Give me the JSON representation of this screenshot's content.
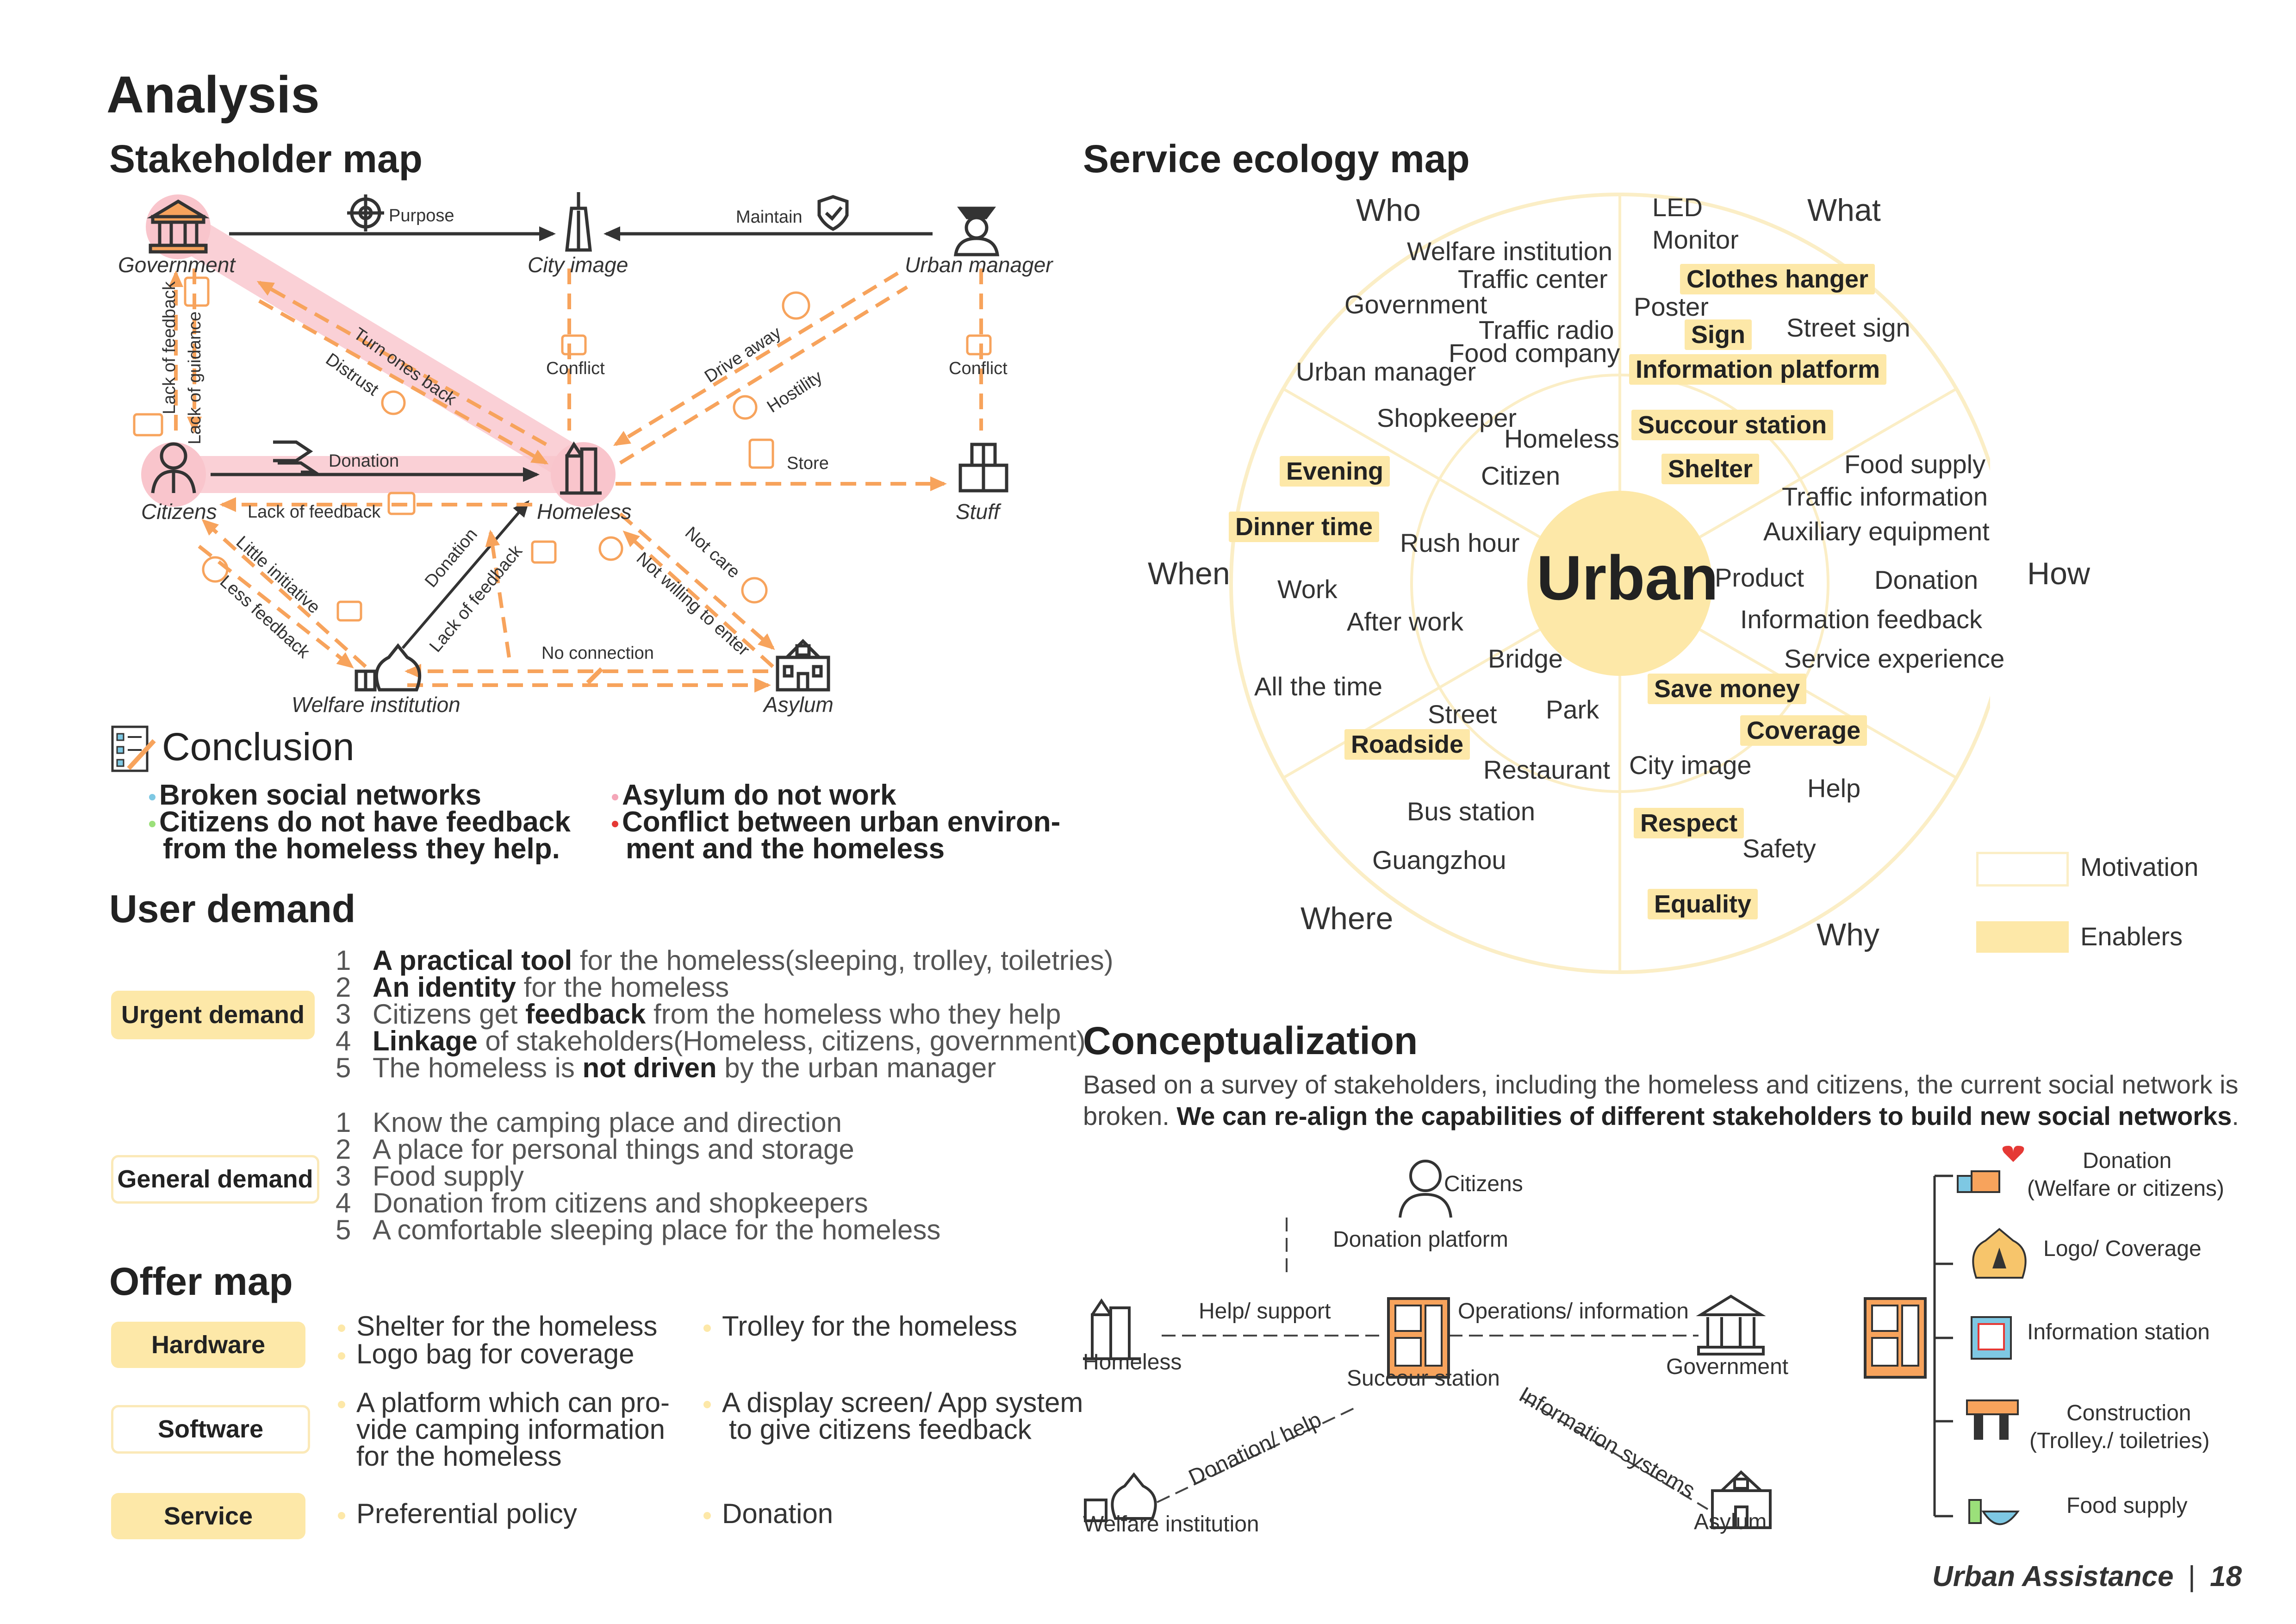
{
  "title": "Analysis",
  "stakeholder_map": {
    "heading": "Stakeholder map",
    "nodes": {
      "government": "Government",
      "city_image": "City image",
      "urban_manager": "Urban manager",
      "citizens": "Citizens",
      "homeless": "Homeless",
      "stuff": "Stuff",
      "welfare": "Welfare institution",
      "asylum": "Asylum"
    },
    "edges": {
      "purpose": "Purpose",
      "maintain": "Maintain",
      "turn_back": "Turn ones back",
      "distrust": "Distrust",
      "conflict_1": "Conflict",
      "conflict_2": "Conflict",
      "drive_away": "Drive away",
      "hostility": "Hostility",
      "lack_feedback_v": "Lack of feedback",
      "lack_guidance": "Lack of guidance",
      "donation": "Donation",
      "store": "Store",
      "lack_feedback_h": "Lack of feedback",
      "little_initiative": "Little initiative",
      "less_feedback": "Less feedback",
      "donation_2": "Donation",
      "lack_feedback_d": "Lack of feedback",
      "not_care": "Not care",
      "not_willing": "Not willing to enter",
      "no_connection": "No connection"
    }
  },
  "conclusion": {
    "heading": "Conclusion",
    "items": [
      {
        "text": "Broken social networks",
        "color": "#7ec8e3"
      },
      {
        "text": "Citizens do not have feedback",
        "color": "#9be07a"
      },
      {
        "text": "from the homeless they help.",
        "color": ""
      },
      {
        "text": "Asylum do not work",
        "color": "#f4a6b8"
      },
      {
        "text": "Conflict between urban environ-",
        "color": "#e53935"
      },
      {
        "text": "ment and the homeless",
        "color": ""
      }
    ]
  },
  "user_demand": {
    "heading": "User demand",
    "urgent_label": "Urgent demand",
    "general_label": "General demand",
    "urgent_items": [
      {
        "n": "1",
        "b": "A practical tool",
        "t": " for the homeless(sleeping, trolley, toiletries)"
      },
      {
        "n": "2",
        "b": "An identity",
        "t": " for the homeless"
      },
      {
        "n": "3",
        "a": "Citizens get ",
        "b": "feedback",
        "t": " from the homeless who they help"
      },
      {
        "n": "4",
        "b": "Linkage",
        "t": " of stakeholders(Homeless, citizens, government)"
      },
      {
        "n": "5",
        "a": "The homeless is ",
        "b": "not driven",
        "t": " by the urban manager"
      }
    ],
    "general_items": [
      {
        "n": "1",
        "t": "Know the camping place and direction"
      },
      {
        "n": "2",
        "t": "A place for personal things and storage"
      },
      {
        "n": "3",
        "t": "Food supply"
      },
      {
        "n": "4",
        "t": "Donation from citizens and shopkeepers"
      },
      {
        "n": "5",
        "t": "A comfortable sleeping place for the homeless"
      }
    ]
  },
  "offer_map": {
    "heading": "Offer map",
    "hardware": "Hardware",
    "software": "Software",
    "service": "Service",
    "hw_1": "Shelter for the homeless",
    "hw_2": "Logo bag for coverage",
    "hw_3": "Trolley for the homeless",
    "sw_1a": "A platform which can pro-",
    "sw_1b": "vide camping information",
    "sw_1c": "for the homeless",
    "sw_2a": "A display screen/ App system",
    "sw_2b": "to give citizens feedback",
    "sv_1": "Preferential policy",
    "sv_2": "Donation"
  },
  "service_ecology": {
    "heading": "Service ecology map",
    "center": "Urban",
    "who": "Who",
    "what": "What",
    "when": "When",
    "how": "How",
    "where": "Where",
    "why": "Why",
    "who_items": [
      "Welfare institution",
      "Traffic center",
      "Government",
      "Traffic radio",
      "Food company",
      "Urban manager",
      "Shopkeeper",
      "Homeless",
      "Citizen"
    ],
    "what_items": [
      "LED",
      "Monitor",
      "Poster",
      "Street sign"
    ],
    "what_hl": [
      "Clothes hanger",
      "Sign",
      "Information platform",
      "Succour station",
      "Shelter"
    ],
    "when_items": [
      "Rush hour",
      "Work",
      "After work",
      "All the time"
    ],
    "when_hl": [
      "Evening",
      "Dinner time"
    ],
    "how_items": [
      "Food supply",
      "Traffic information",
      "Auxiliary equipment",
      "Product",
      "Donation",
      "Information feedback",
      "Service experience"
    ],
    "where_items": [
      "Bridge",
      "Street",
      "Park",
      "Restaurant",
      "Bus station",
      "Guangzhou"
    ],
    "where_hl": [
      "Roadside"
    ],
    "why_items": [
      "City image",
      "Help",
      "Safety"
    ],
    "why_hl": [
      "Save money",
      "Coverage",
      "Respect",
      "Equality"
    ],
    "legend_motivation": "Motivation",
    "legend_enablers": "Enablers",
    "colors": {
      "ring": "#fbeec6",
      "center": "#fde8a8",
      "enabler": "#fde8a8",
      "arrow": "#f7a35c",
      "pink": "#f9c5cc"
    }
  },
  "conceptualization": {
    "heading": "Conceptualization",
    "para_1": "Based on a survey of stakeholders, including the homeless and citizens, the current social network is",
    "para_2a": "broken. ",
    "para_2b": "We can re-align the capabilities of different stakeholders to build new social networks",
    "para_2c": ".",
    "citizens": "Citizens",
    "donation_platform": "Donation platform",
    "homeless": "Homeless",
    "help_support": "Help/ support",
    "operations": "Operations/ information",
    "government": "Government",
    "succour": "Succour station",
    "donation_help": "Donation/ help",
    "info_systems": "Information systems",
    "welfare": "Welfare institution",
    "asylum": "Asylum",
    "features": [
      {
        "l1": "Donation",
        "l2": "(Welfare or citizens)"
      },
      {
        "l1": "Logo/ Coverage",
        "l2": ""
      },
      {
        "l1": "Information station",
        "l2": ""
      },
      {
        "l1": "Construction",
        "l2": "(Trolley./ toiletries)"
      },
      {
        "l1": "Food supply",
        "l2": ""
      }
    ]
  },
  "footer": {
    "project": "Urban Assistance",
    "sep": "|",
    "page": "18"
  }
}
